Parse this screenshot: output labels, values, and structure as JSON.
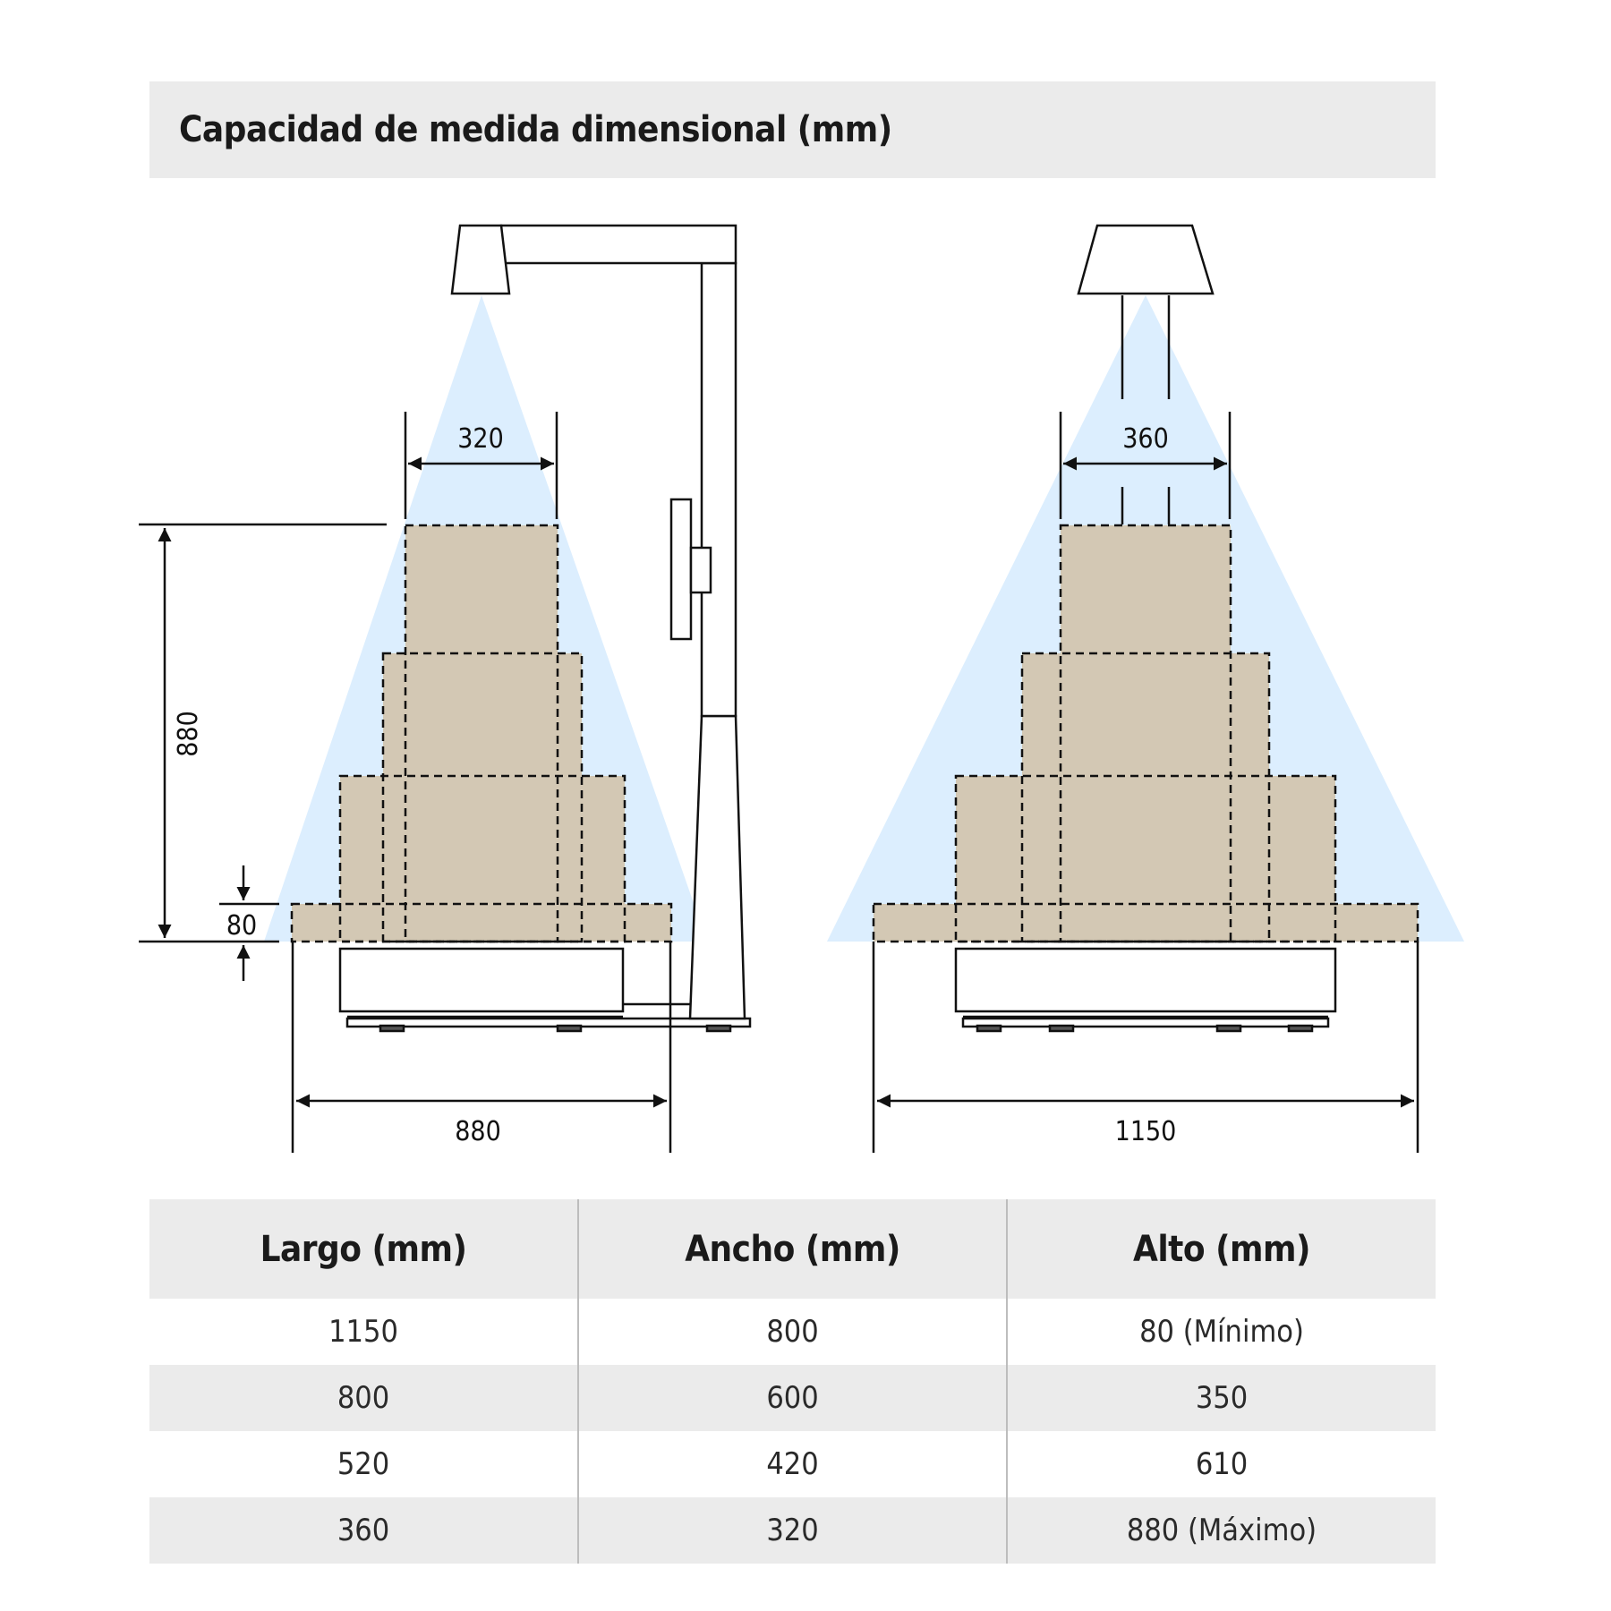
{
  "title": "Capacidad de medida dimensional (mm)",
  "colors": {
    "beam": "#dceefe",
    "box": "#d3c8b4",
    "header_bg": "#ebebeb",
    "line": "#111111"
  },
  "diagram": {
    "side_view": {
      "top_width": "320",
      "height": "880",
      "min_height": "80",
      "base_width": "880"
    },
    "front_view": {
      "top_width": "360",
      "base_width": "1150"
    }
  },
  "table": {
    "headers": [
      "Largo (mm)",
      "Ancho (mm)",
      "Alto (mm)"
    ],
    "rows": [
      [
        "1150",
        "800",
        "80 (Mínimo)"
      ],
      [
        "800",
        "600",
        "350"
      ],
      [
        "520",
        "420",
        "610"
      ],
      [
        "360",
        "320",
        "880 (Máximo)"
      ]
    ]
  }
}
